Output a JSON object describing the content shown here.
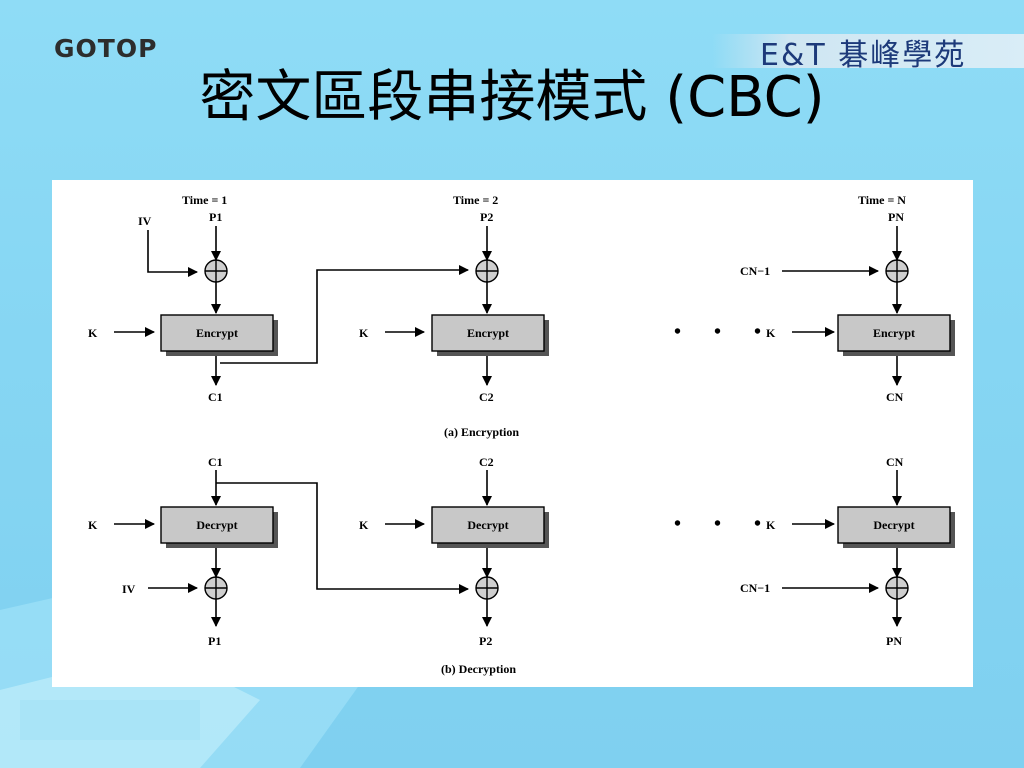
{
  "header": {
    "logo_left": "GOTOP",
    "logo_right": "E&T 碁峰學苑",
    "title": "密文區段串接模式 (CBC)"
  },
  "diagram": {
    "encryption": {
      "times": [
        "Time = 1",
        "Time = 2",
        "Time = N"
      ],
      "plaintexts": [
        "P1",
        "P2",
        "PN"
      ],
      "iv": "IV",
      "key": "K",
      "block_label": "Encrypt",
      "ciphertexts": [
        "C1",
        "C2",
        "CN"
      ],
      "chain_input": "CN−1",
      "ellipsis": "• • •",
      "caption": "(a) Encryption"
    },
    "decryption": {
      "ciphertexts": [
        "C1",
        "C2",
        "CN"
      ],
      "key": "K",
      "block_label": "Decrypt",
      "iv": "IV",
      "chain_input": "CN−1",
      "plaintexts": [
        "P1",
        "P2",
        "PN"
      ],
      "ellipsis": "• • •",
      "caption": "(b) Decryption"
    }
  }
}
